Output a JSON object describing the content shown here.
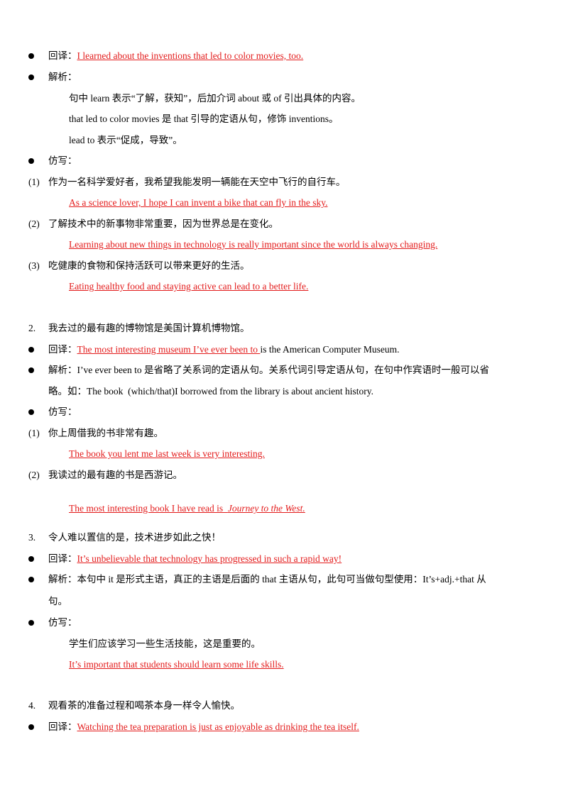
{
  "s1": {
    "translation_label": "回译：",
    "translation": "I learned about the inventions that led to color movies, too.",
    "analysis_label": "解析：",
    "analysis_lines": [
      "句中 learn 表示“了解，获知”，后加介词 about 或 of 引出具体的内容。",
      "that led to color movies 是 that 引导的定语从句，修饰 inventions。",
      "lead to 表示“促成，导致”。"
    ],
    "imitation_label": "仿写：",
    "items": [
      {
        "num": "(1)",
        "zh": "作为一名科学爱好者，我希望我能发明一辆能在天空中飞行的自行车。",
        "en": "As a science lover, I hope I can invent a bike that can fly in the sky."
      },
      {
        "num": "(2)",
        "zh": "了解技术中的新事物非常重要，因为世界总是在变化。",
        "en": "Learning about new things in technology is really important since the world is always changing."
      },
      {
        "num": "(3)",
        "zh": "吃健康的食物和保持活跃可以带来更好的生活。",
        "en": "Eating healthy food and staying active can lead to a better life."
      }
    ]
  },
  "s2": {
    "num": "2.",
    "title": "我去过的最有趣的博物馆是美国计算机博物馆。",
    "translation_label": "回译：",
    "translation_red": "The most interesting museum I’ve ever been to ",
    "translation_rest": "is the American Computer Museum.",
    "analysis_label": "解析：",
    "analysis_line1": "I’ve ever been to 是省略了关系词的定语从句。关系代词引导定语从句，在句中作宾语时一般可以省",
    "analysis_line2": "略。如：The book  (which/that)I borrowed from the library is about ancient history.",
    "imitation_label": "仿写：",
    "items": [
      {
        "num": "(1)",
        "zh": "你上周借我的书非常有趣。",
        "en": "The book you lent me last week is very interesting.",
        "en_italic": ""
      },
      {
        "num": "(2)",
        "zh": "我读过的最有趣的书是西游记。",
        "en": "The most interesting book I have read is  ",
        "en_italic": "Journey to the West."
      }
    ]
  },
  "s3": {
    "num": "3.",
    "title": "令人难以置信的是，技术进步如此之快！",
    "translation_label": "回译：",
    "translation": "It’s unbelievable that technology has progressed in such a rapid way!",
    "analysis_label": "解析：",
    "analysis_line1": "本句中 it 是形式主语，真正的主语是后面的 that 主语从句，此句可当做句型使用：It’s+adj.+that 从",
    "analysis_line2": "句。",
    "imitation_label": "仿写：",
    "imitation_zh": "学生们应该学习一些生活技能，这是重要的。",
    "imitation_en": "It’s important that students should learn some life skills."
  },
  "s4": {
    "num": "4.",
    "title": "观看茶的准备过程和喝茶本身一样令人愉快。",
    "translation_label": "回译：",
    "translation": "Watching the tea preparation is just as enjoyable as drinking the tea itself."
  }
}
